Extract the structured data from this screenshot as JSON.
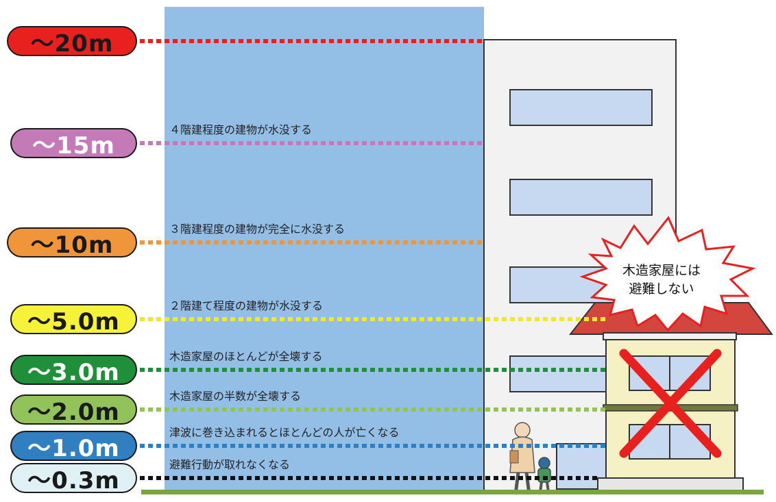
{
  "levels": [
    {
      "label": "～20m",
      "desc": "",
      "fill": "#e8211f",
      "line": "#e8211f",
      "text": "#1a1a1a"
    },
    {
      "label": "～15m",
      "desc": "４階建程度の建物が水没する",
      "fill": "#c57ab8",
      "line": "#c57ab8",
      "text": "#ffffff"
    },
    {
      "label": "～10m",
      "desc": "３階建程度の建物が完全に水没する",
      "fill": "#f0953a",
      "line": "#f0953a",
      "text": "#1a1a1a"
    },
    {
      "label": "～5.0m",
      "desc": "２階建て程度の建物が水没する",
      "fill": "#f5f238",
      "line": "#efe63a",
      "text": "#1a1a1a"
    },
    {
      "label": "～3.0m",
      "desc": "木造家屋のほとんどが全壊する",
      "fill": "#1f8f3a",
      "line": "#1f8f3a",
      "text": "#ffffff"
    },
    {
      "label": "～2.0m",
      "desc": "木造家屋の半数が全壊する",
      "fill": "#92c25a",
      "line": "#92c25a",
      "text": "#1a1a1a"
    },
    {
      "label": "～1.0m",
      "desc": "津波に巻き込まれるとほとんどの人が亡くなる",
      "fill": "#2f7fc1",
      "line": "#2f7fc1",
      "text": "#ffffff"
    },
    {
      "label": "～0.3m",
      "desc": "避難行動が取れなくなる",
      "fill": "#dff1f5",
      "line": "#111111",
      "text": "#1a1a1a"
    }
  ],
  "callout": {
    "line1": "木造家屋には",
    "line2": "避難しない"
  },
  "colors": {
    "water": "#93bfe7",
    "building": "#f2f2f2",
    "window": "#c7d9f0",
    "roof": "#d2463e",
    "house": "#f6f1c4",
    "cross": "#e8211f",
    "ground": "#7aa640"
  }
}
